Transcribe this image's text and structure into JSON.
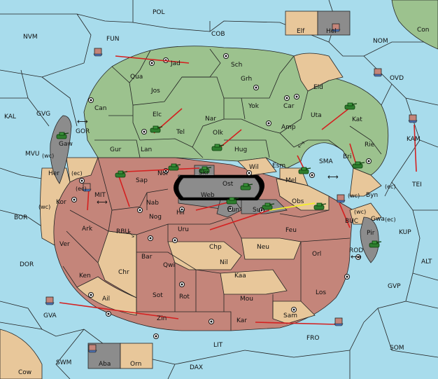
{
  "colors": {
    "sea": "#a8dcec",
    "green": "#9cc28e",
    "rose": "#c4857a",
    "tan": "#e8c79a",
    "grey": "#8c8c8c",
    "arrow": "#d42020",
    "support": "#f2ee2a"
  },
  "sea_labels": [
    {
      "id": "pol",
      "text": "POL"
    },
    {
      "id": "fun",
      "text": "FUN"
    },
    {
      "id": "nvm",
      "text": "NVM"
    },
    {
      "id": "cob",
      "text": "COB"
    },
    {
      "id": "nom",
      "text": "NOM"
    },
    {
      "id": "con",
      "text": "Con"
    },
    {
      "id": "kal",
      "text": "KAL"
    },
    {
      "id": "gvg",
      "text": "GVG"
    },
    {
      "id": "ovd",
      "text": "OVD"
    },
    {
      "id": "gor",
      "text": "GOR"
    },
    {
      "id": "mvu",
      "text": "MVU"
    },
    {
      "id": "kam",
      "text": "KAM"
    },
    {
      "id": "mit",
      "text": "MIT"
    },
    {
      "id": "sma",
      "text": "SMA"
    },
    {
      "id": "tei",
      "text": "TEI"
    },
    {
      "id": "bor",
      "text": "BOR"
    },
    {
      "id": "kup",
      "text": "KUP"
    },
    {
      "id": "rbu",
      "text": "RBU"
    },
    {
      "id": "buc",
      "text": "BUC"
    },
    {
      "id": "dor",
      "text": "DOR"
    },
    {
      "id": "rod",
      "text": "ROD"
    },
    {
      "id": "alt",
      "text": "ALT"
    },
    {
      "id": "gvp",
      "text": "GVP"
    },
    {
      "id": "gva",
      "text": "GVA"
    },
    {
      "id": "fro",
      "text": "FRO"
    },
    {
      "id": "lit",
      "text": "LIT"
    },
    {
      "id": "som",
      "text": "SOM"
    },
    {
      "id": "swm",
      "text": "SWM"
    },
    {
      "id": "dax",
      "text": "DAX"
    },
    {
      "id": "cow",
      "text": "Cow"
    }
  ],
  "land_labels": [
    {
      "id": "jad",
      "text": "Jad"
    },
    {
      "id": "sch",
      "text": "Sch"
    },
    {
      "id": "qua",
      "text": "Qua"
    },
    {
      "id": "grh",
      "text": "Grh"
    },
    {
      "id": "jos",
      "text": "Jos"
    },
    {
      "id": "eld",
      "text": "Eld"
    },
    {
      "id": "can",
      "text": "Can"
    },
    {
      "id": "yok",
      "text": "Yok"
    },
    {
      "id": "car",
      "text": "Car"
    },
    {
      "id": "uta",
      "text": "Uta"
    },
    {
      "id": "elc",
      "text": "Elc"
    },
    {
      "id": "nar",
      "text": "Nar"
    },
    {
      "id": "kat",
      "text": "Kat"
    },
    {
      "id": "tel",
      "text": "Tel"
    },
    {
      "id": "olk",
      "text": "Olk"
    },
    {
      "id": "amp",
      "text": "Amp"
    },
    {
      "id": "gaw",
      "text": "Gaw"
    },
    {
      "id": "gur",
      "text": "Gur"
    },
    {
      "id": "lan",
      "text": "Lan"
    },
    {
      "id": "hug",
      "text": "Hug"
    },
    {
      "id": "rie",
      "text": "Rie"
    },
    {
      "id": "bri",
      "text": "Bri"
    },
    {
      "id": "esm",
      "text": "Esm"
    },
    {
      "id": "wil",
      "text": "Wil"
    },
    {
      "id": "her",
      "text": "Her"
    },
    {
      "id": "nor",
      "text": "Nor"
    },
    {
      "id": "skr",
      "text": "Skr"
    },
    {
      "id": "sap",
      "text": "Sap"
    },
    {
      "id": "ost",
      "text": "Ost"
    },
    {
      "id": "mel",
      "text": "Mel"
    },
    {
      "id": "web",
      "text": "Web"
    },
    {
      "id": "byn",
      "text": "Byn"
    },
    {
      "id": "kor",
      "text": "Kor"
    },
    {
      "id": "nab",
      "text": "Nab"
    },
    {
      "id": "obs",
      "text": "Obs"
    },
    {
      "id": "eun",
      "text": "Eun"
    },
    {
      "id": "hil",
      "text": "Hil"
    },
    {
      "id": "sun",
      "text": "Sun"
    },
    {
      "id": "gwa",
      "text": "Gwa"
    },
    {
      "id": "ark",
      "text": "Ark"
    },
    {
      "id": "nog",
      "text": "Nog"
    },
    {
      "id": "uru",
      "text": "Uru"
    },
    {
      "id": "feu",
      "text": "Feu"
    },
    {
      "id": "pir",
      "text": "Pir"
    },
    {
      "id": "ver",
      "text": "Ver"
    },
    {
      "id": "chp",
      "text": "Chp"
    },
    {
      "id": "neu",
      "text": "Neu"
    },
    {
      "id": "orl",
      "text": "Orl"
    },
    {
      "id": "bar",
      "text": "Bar"
    },
    {
      "id": "nil",
      "text": "Nil"
    },
    {
      "id": "qwi",
      "text": "Qwi"
    },
    {
      "id": "ken",
      "text": "Ken"
    },
    {
      "id": "chr",
      "text": "Chr"
    },
    {
      "id": "kaa",
      "text": "Kaa"
    },
    {
      "id": "sot",
      "text": "Sot"
    },
    {
      "id": "rot",
      "text": "Rot"
    },
    {
      "id": "los",
      "text": "Los"
    },
    {
      "id": "ail",
      "text": "Ail"
    },
    {
      "id": "mou",
      "text": "Mou"
    },
    {
      "id": "zin",
      "text": "Zin"
    },
    {
      "id": "kar",
      "text": "Kar"
    },
    {
      "id": "sam",
      "text": "Sam"
    },
    {
      "id": "elf",
      "text": "Elf"
    },
    {
      "id": "hel",
      "text": "Hel"
    },
    {
      "id": "aba",
      "text": "Aba"
    },
    {
      "id": "orn",
      "text": "Orn"
    }
  ],
  "coast_tags": [
    {
      "id": "wc1",
      "text": "(wc)"
    },
    {
      "id": "ec1",
      "text": "(ec)"
    },
    {
      "id": "ec2",
      "text": "(ec)"
    },
    {
      "id": "wc2",
      "text": "(wc)"
    },
    {
      "id": "ec3",
      "text": "(ec)"
    },
    {
      "id": "wc3",
      "text": "(wc)"
    },
    {
      "id": "wc4",
      "text": "(wc)"
    },
    {
      "id": "ec4",
      "text": "(ec)"
    }
  ],
  "icons": {
    "army": "tank-icon",
    "fleet": "ship-icon",
    "supply": "supply-center-icon",
    "dual": "double-arrow-icon"
  }
}
